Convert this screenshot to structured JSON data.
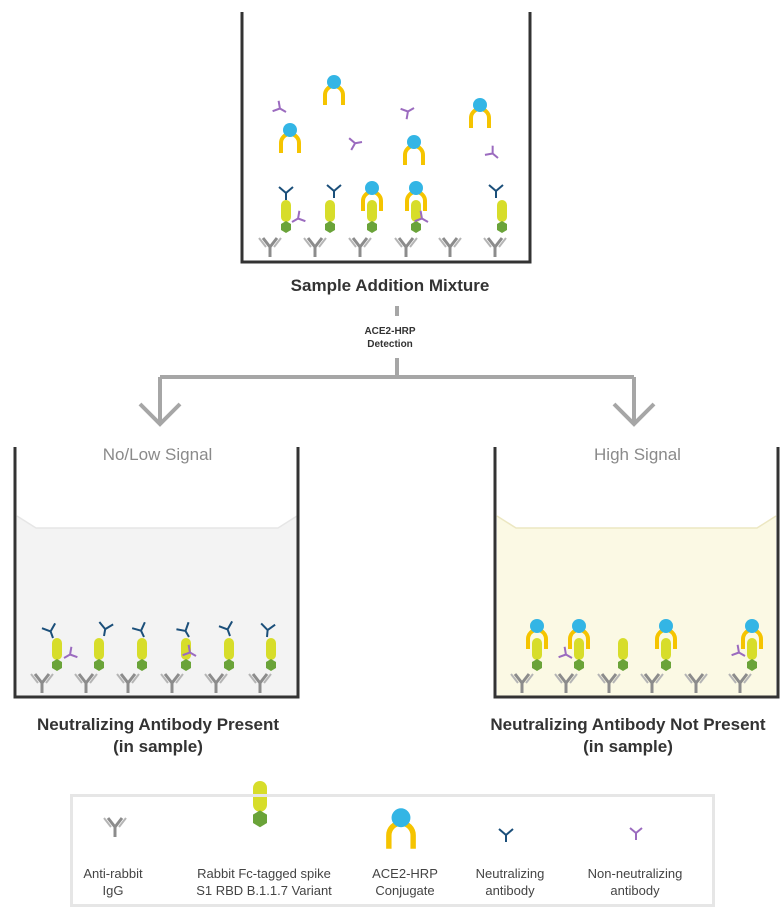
{
  "top_well": {
    "caption": "Sample Addition Mixture"
  },
  "detection": {
    "line1": "ACE2-HRP",
    "line2": "Detection"
  },
  "left_well": {
    "signal": "No/Low Signal",
    "caption_line1": "Neutralizing Antibody Present",
    "caption_line2": "(in sample)",
    "fill_color": "#f3f3f3"
  },
  "right_well": {
    "signal": "High Signal",
    "caption_line1": "Neutralizing Antibody Not Present",
    "caption_line2": "(in sample)",
    "fill_color": "#fbf9e4"
  },
  "legend": {
    "items": [
      {
        "line1": "Anti-rabbit",
        "line2": "IgG",
        "icon": "anti-rabbit-igg-icon"
      },
      {
        "line1": "Rabbit Fc-tagged spike",
        "line2": "S1 RBD B.1.1.7 Variant",
        "icon": "spike-protein-icon"
      },
      {
        "line1": "ACE2-HRP",
        "line2": "Conjugate",
        "icon": "ace2-hrp-icon"
      },
      {
        "line1": "Neutralizing",
        "line2": "antibody",
        "icon": "neutralizing-antibody-icon"
      },
      {
        "line1": "Non-neutralizing",
        "line2": "antibody",
        "icon": "non-neutralizing-antibody-icon"
      }
    ]
  },
  "colors": {
    "well_wall": "#333333",
    "arrow": "#a6a6a6",
    "igg": "#8c8c8c",
    "spike": "#d7dd2a",
    "spike_base": "#6aa339",
    "ace2_head": "#33b5e5",
    "ace2_body": "#f5c400",
    "neutralizing": "#1b4f7a",
    "non_neutralizing": "#9b6bbf"
  }
}
